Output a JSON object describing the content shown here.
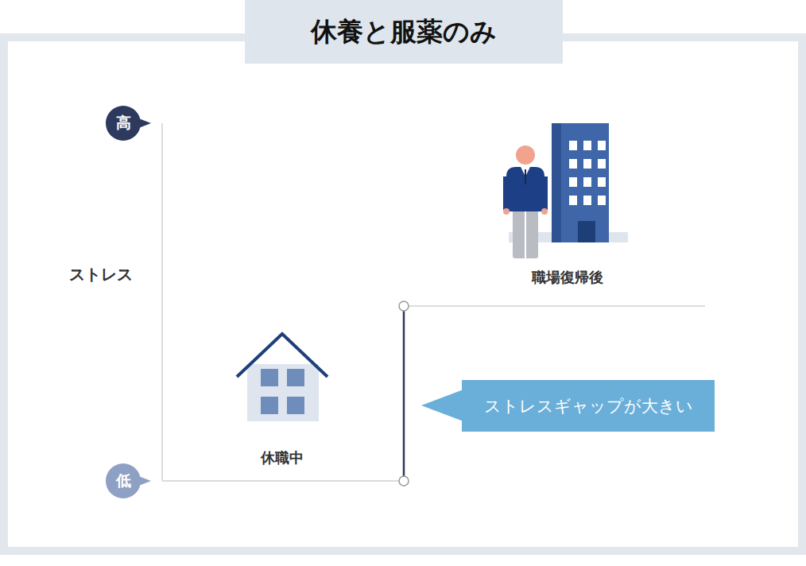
{
  "diagram": {
    "title": "休養と服薬のみ",
    "nodes": [
      {
        "text": [
          "高"
        ]
      },
      {
        "text": [
          "低"
        ]
      },
      {
        "text": [
          "ストレスギャップが大きい"
        ]
      }
    ],
    "labels": [
      "ストレス",
      "休職中",
      "職場復帰後"
    ]
  }
}
